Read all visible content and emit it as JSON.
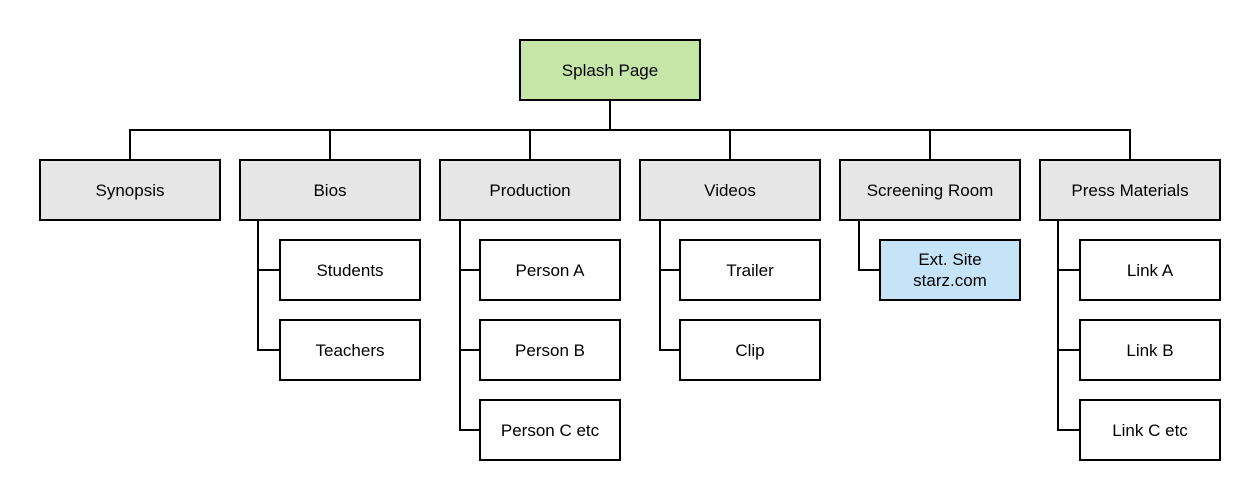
{
  "root": {
    "label": "Splash Page",
    "color": "#c6e6a8"
  },
  "sections": {
    "synopsis": {
      "label": "Synopsis"
    },
    "bios": {
      "label": "Bios",
      "children": [
        "Students",
        "Teachers"
      ]
    },
    "production": {
      "label": "Production",
      "children": [
        "Person A",
        "Person B",
        "Person C etc"
      ]
    },
    "videos": {
      "label": "Videos",
      "children": [
        "Trailer",
        "Clip"
      ]
    },
    "screening_room": {
      "label": "Screening Room",
      "children": [
        [
          "Ext. Site",
          "starz.com"
        ]
      ]
    },
    "press_materials": {
      "label": "Press Materials",
      "children": [
        "Link A",
        "Link B",
        "Link C etc"
      ]
    }
  },
  "colors": {
    "section_fill": "#e6e6e6",
    "external_fill": "#c6e4f7",
    "child_fill": "#ffffff",
    "line": "#000000"
  }
}
